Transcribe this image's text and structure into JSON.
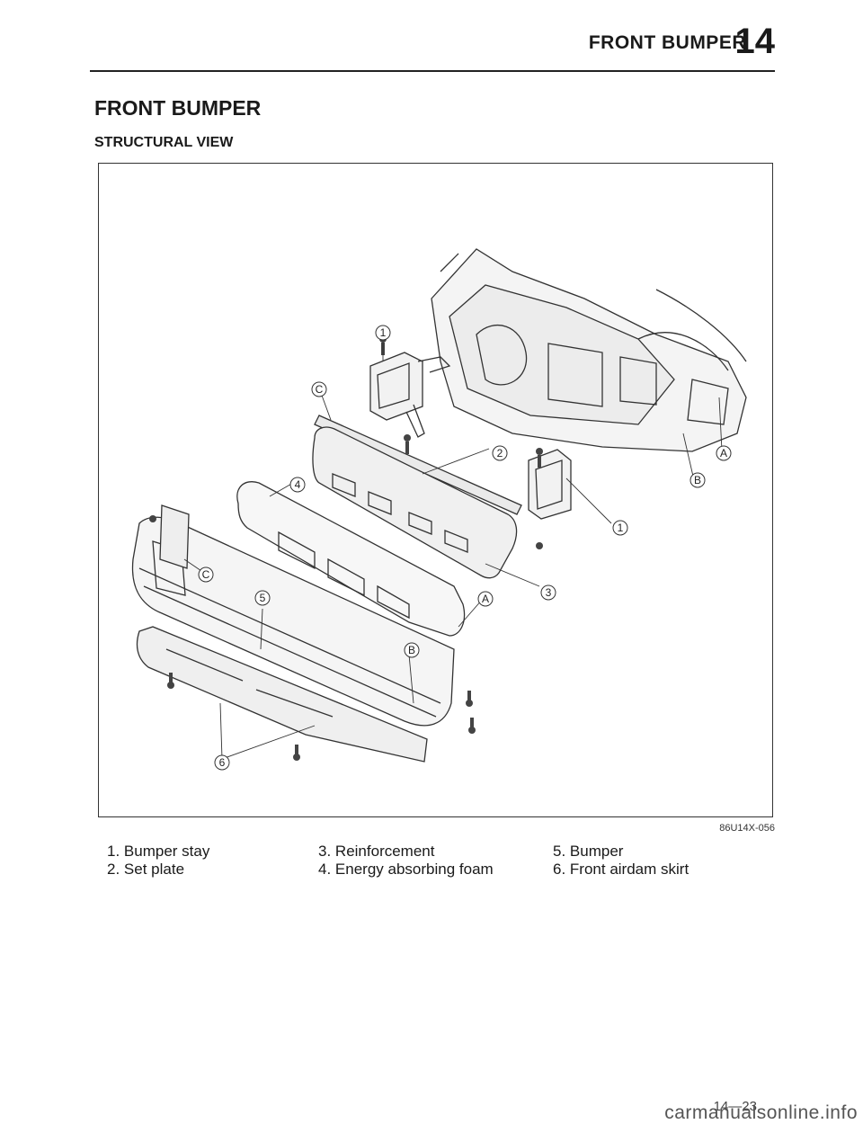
{
  "header": {
    "title": "FRONT BUMPER",
    "chapter": "14"
  },
  "section_title": "FRONT BUMPER",
  "subsection_title": "STRUCTURAL VIEW",
  "figure": {
    "id": "86U14X-056",
    "callouts": [
      "1",
      "2",
      "3",
      "4",
      "5",
      "6",
      "A",
      "B",
      "C"
    ]
  },
  "legend": [
    {
      "num": "1.",
      "label": "Bumper stay"
    },
    {
      "num": "2.",
      "label": "Set plate"
    },
    {
      "num": "3.",
      "label": "Reinforcement"
    },
    {
      "num": "4.",
      "label": "Energy absorbing foam"
    },
    {
      "num": "5.",
      "label": "Bumper"
    },
    {
      "num": "6.",
      "label": "Front airdam skirt"
    }
  ],
  "page_number": "14—23",
  "watermark": "carmanualsonline.info"
}
